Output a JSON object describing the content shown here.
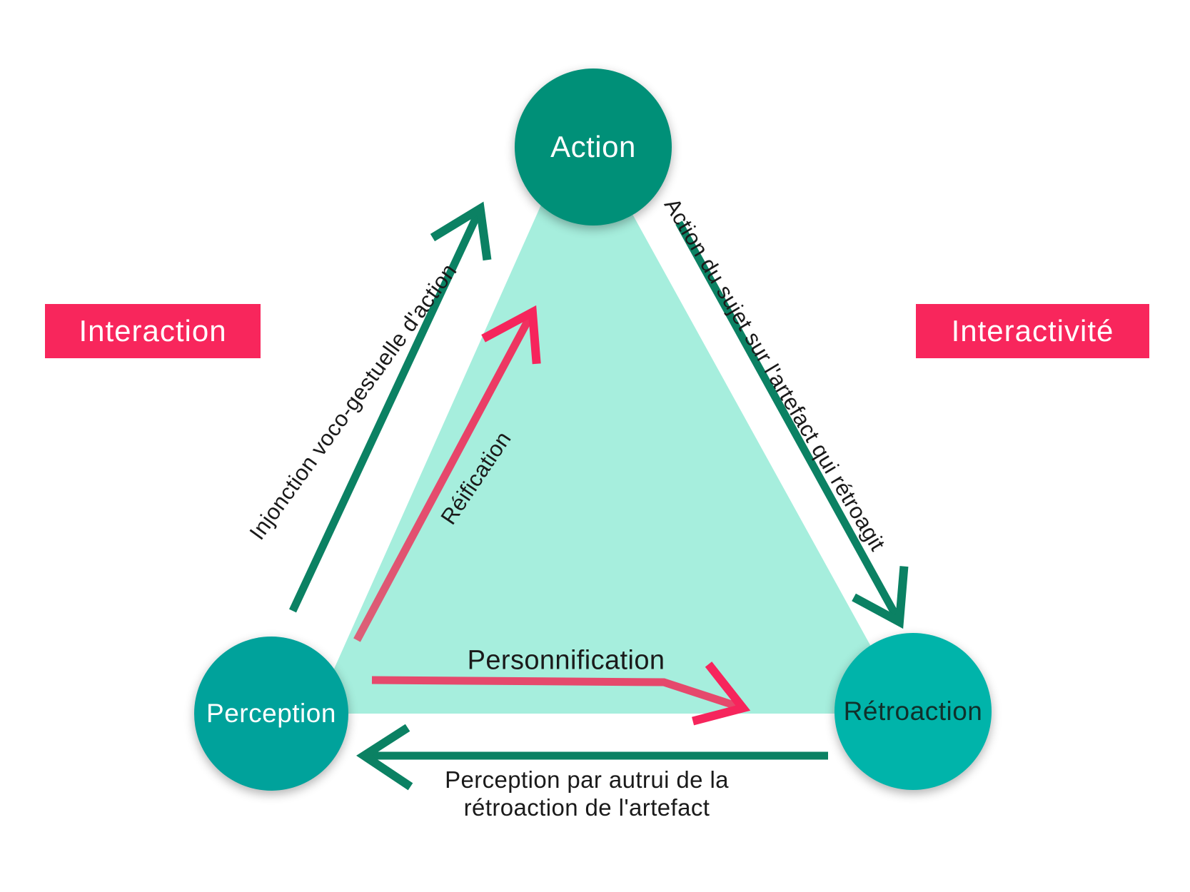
{
  "diagram": {
    "background": "#ffffff",
    "triangle_color": "#A6EEDD",
    "nodes": {
      "action": {
        "label": "Action",
        "color": "#009078",
        "text_color": "#ffffff"
      },
      "perception": {
        "label": "Perception",
        "color": "#00A29B",
        "text_color": "#ffffff"
      },
      "retroaction": {
        "label": "Rétroaction",
        "color": "#00B4AA",
        "text_color": "#10302B"
      }
    },
    "side_labels": {
      "left": {
        "label": "Interaction",
        "bg": "#F8265C",
        "text_color": "#ffffff"
      },
      "right": {
        "label": "Interactivité",
        "bg": "#F8265C",
        "text_color": "#ffffff"
      }
    },
    "edges": {
      "injonction": {
        "label": "Injonction voco-gestuelle d'action",
        "color": "#0B8163",
        "from": "perception",
        "to": "action"
      },
      "action_sujet": {
        "label": "Action du sujet sur l'artefact qui rétroagit",
        "color": "#0B8163",
        "from": "action",
        "to": "retroaction"
      },
      "perception_autrui": {
        "label": "Perception par autrui de la rétroaction de l'artefact",
        "label_line1": "Perception par autrui de la",
        "label_line2": "rétroaction de l'artefact",
        "color": "#0B8163",
        "from": "retroaction",
        "to": "perception"
      },
      "reification": {
        "label": "Réification",
        "color": "#E5496C",
        "from": "perception",
        "to": "action"
      },
      "personnification": {
        "label": "Personnification",
        "color": "#E5496C",
        "from": "perception",
        "to": "retroaction"
      }
    }
  }
}
